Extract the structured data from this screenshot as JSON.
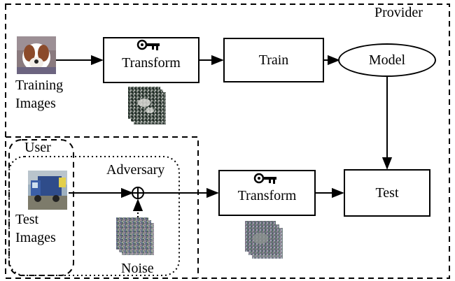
{
  "regions": {
    "provider_label": "Provider",
    "user_label": "User",
    "adversary_label": "Adversary"
  },
  "nodes": {
    "transform_top": "Transform",
    "train": "Train",
    "model": "Model",
    "transform_bottom": "Transform",
    "test": "Test"
  },
  "captions": {
    "training_images_line1": "Training",
    "training_images_line2": "Images",
    "test_images_line1": "Test",
    "test_images_line2": "Images",
    "noise": "Noise"
  },
  "icons": {
    "key": "key-icon",
    "adder": "circled-plus-icon",
    "training_image": "dog-photo",
    "test_image": "truck-photo",
    "transformed_image": "scrambled-image",
    "noise_image": "noise-image"
  }
}
